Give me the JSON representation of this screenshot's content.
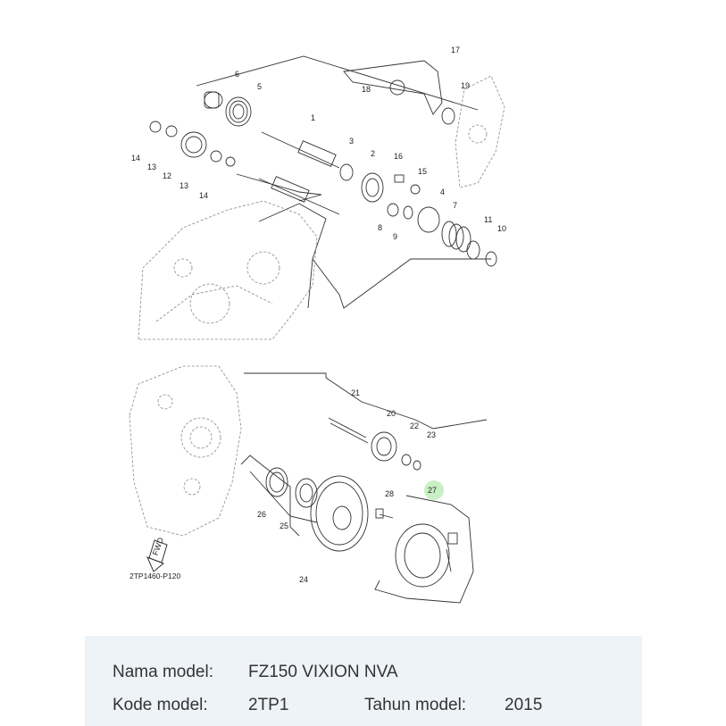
{
  "diagram": {
    "code": "2TP1460-P120",
    "fwd_label": "FWD",
    "parts": {
      "p1": "1",
      "p2": "2",
      "p3": "3",
      "p4": "4",
      "p5": "5",
      "p6": "6",
      "p7": "7",
      "p8": "8",
      "p9": "9",
      "p10": "10",
      "p11": "11",
      "p12": "12",
      "p13a": "13",
      "p13b": "13",
      "p14a": "14",
      "p14b": "14",
      "p15": "15",
      "p16": "16",
      "p17": "17",
      "p18": "18",
      "p19": "19",
      "p20": "20",
      "p21": "21",
      "p22": "22",
      "p23": "23",
      "p24": "24",
      "p25": "25",
      "p26": "26",
      "p27": "27",
      "p28": "28"
    },
    "highlight_color": "#c9f0c4"
  },
  "info": {
    "model_name_label": "Nama model:",
    "model_name_value": "FZ150 VIXION NVA",
    "model_code_label": "Kode model:",
    "model_code_value": "2TP1",
    "model_year_label": "Tahun model:",
    "model_year_value": "2015"
  }
}
